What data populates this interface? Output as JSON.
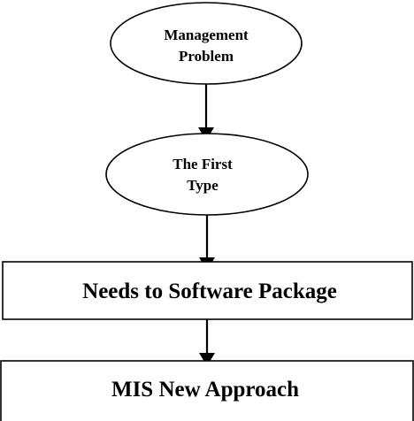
{
  "diagram": {
    "nodes": [
      {
        "id": "management-problem",
        "shape": "ellipse",
        "lines": [
          "Management",
          "Problem"
        ]
      },
      {
        "id": "first-type",
        "shape": "ellipse",
        "lines": [
          "The First",
          "Type"
        ]
      },
      {
        "id": "software-package",
        "shape": "rectangle",
        "lines": [
          "Needs to Software Package"
        ]
      },
      {
        "id": "mis-new-approach",
        "shape": "rectangle",
        "lines": [
          "MIS New Approach"
        ]
      }
    ],
    "edges": [
      {
        "from": "management-problem",
        "to": "first-type"
      },
      {
        "from": "first-type",
        "to": "software-package"
      },
      {
        "from": "software-package",
        "to": "mis-new-approach"
      }
    ],
    "colors": {
      "stroke": "#000000",
      "fill": "#ffffff",
      "text": "#000000"
    }
  }
}
